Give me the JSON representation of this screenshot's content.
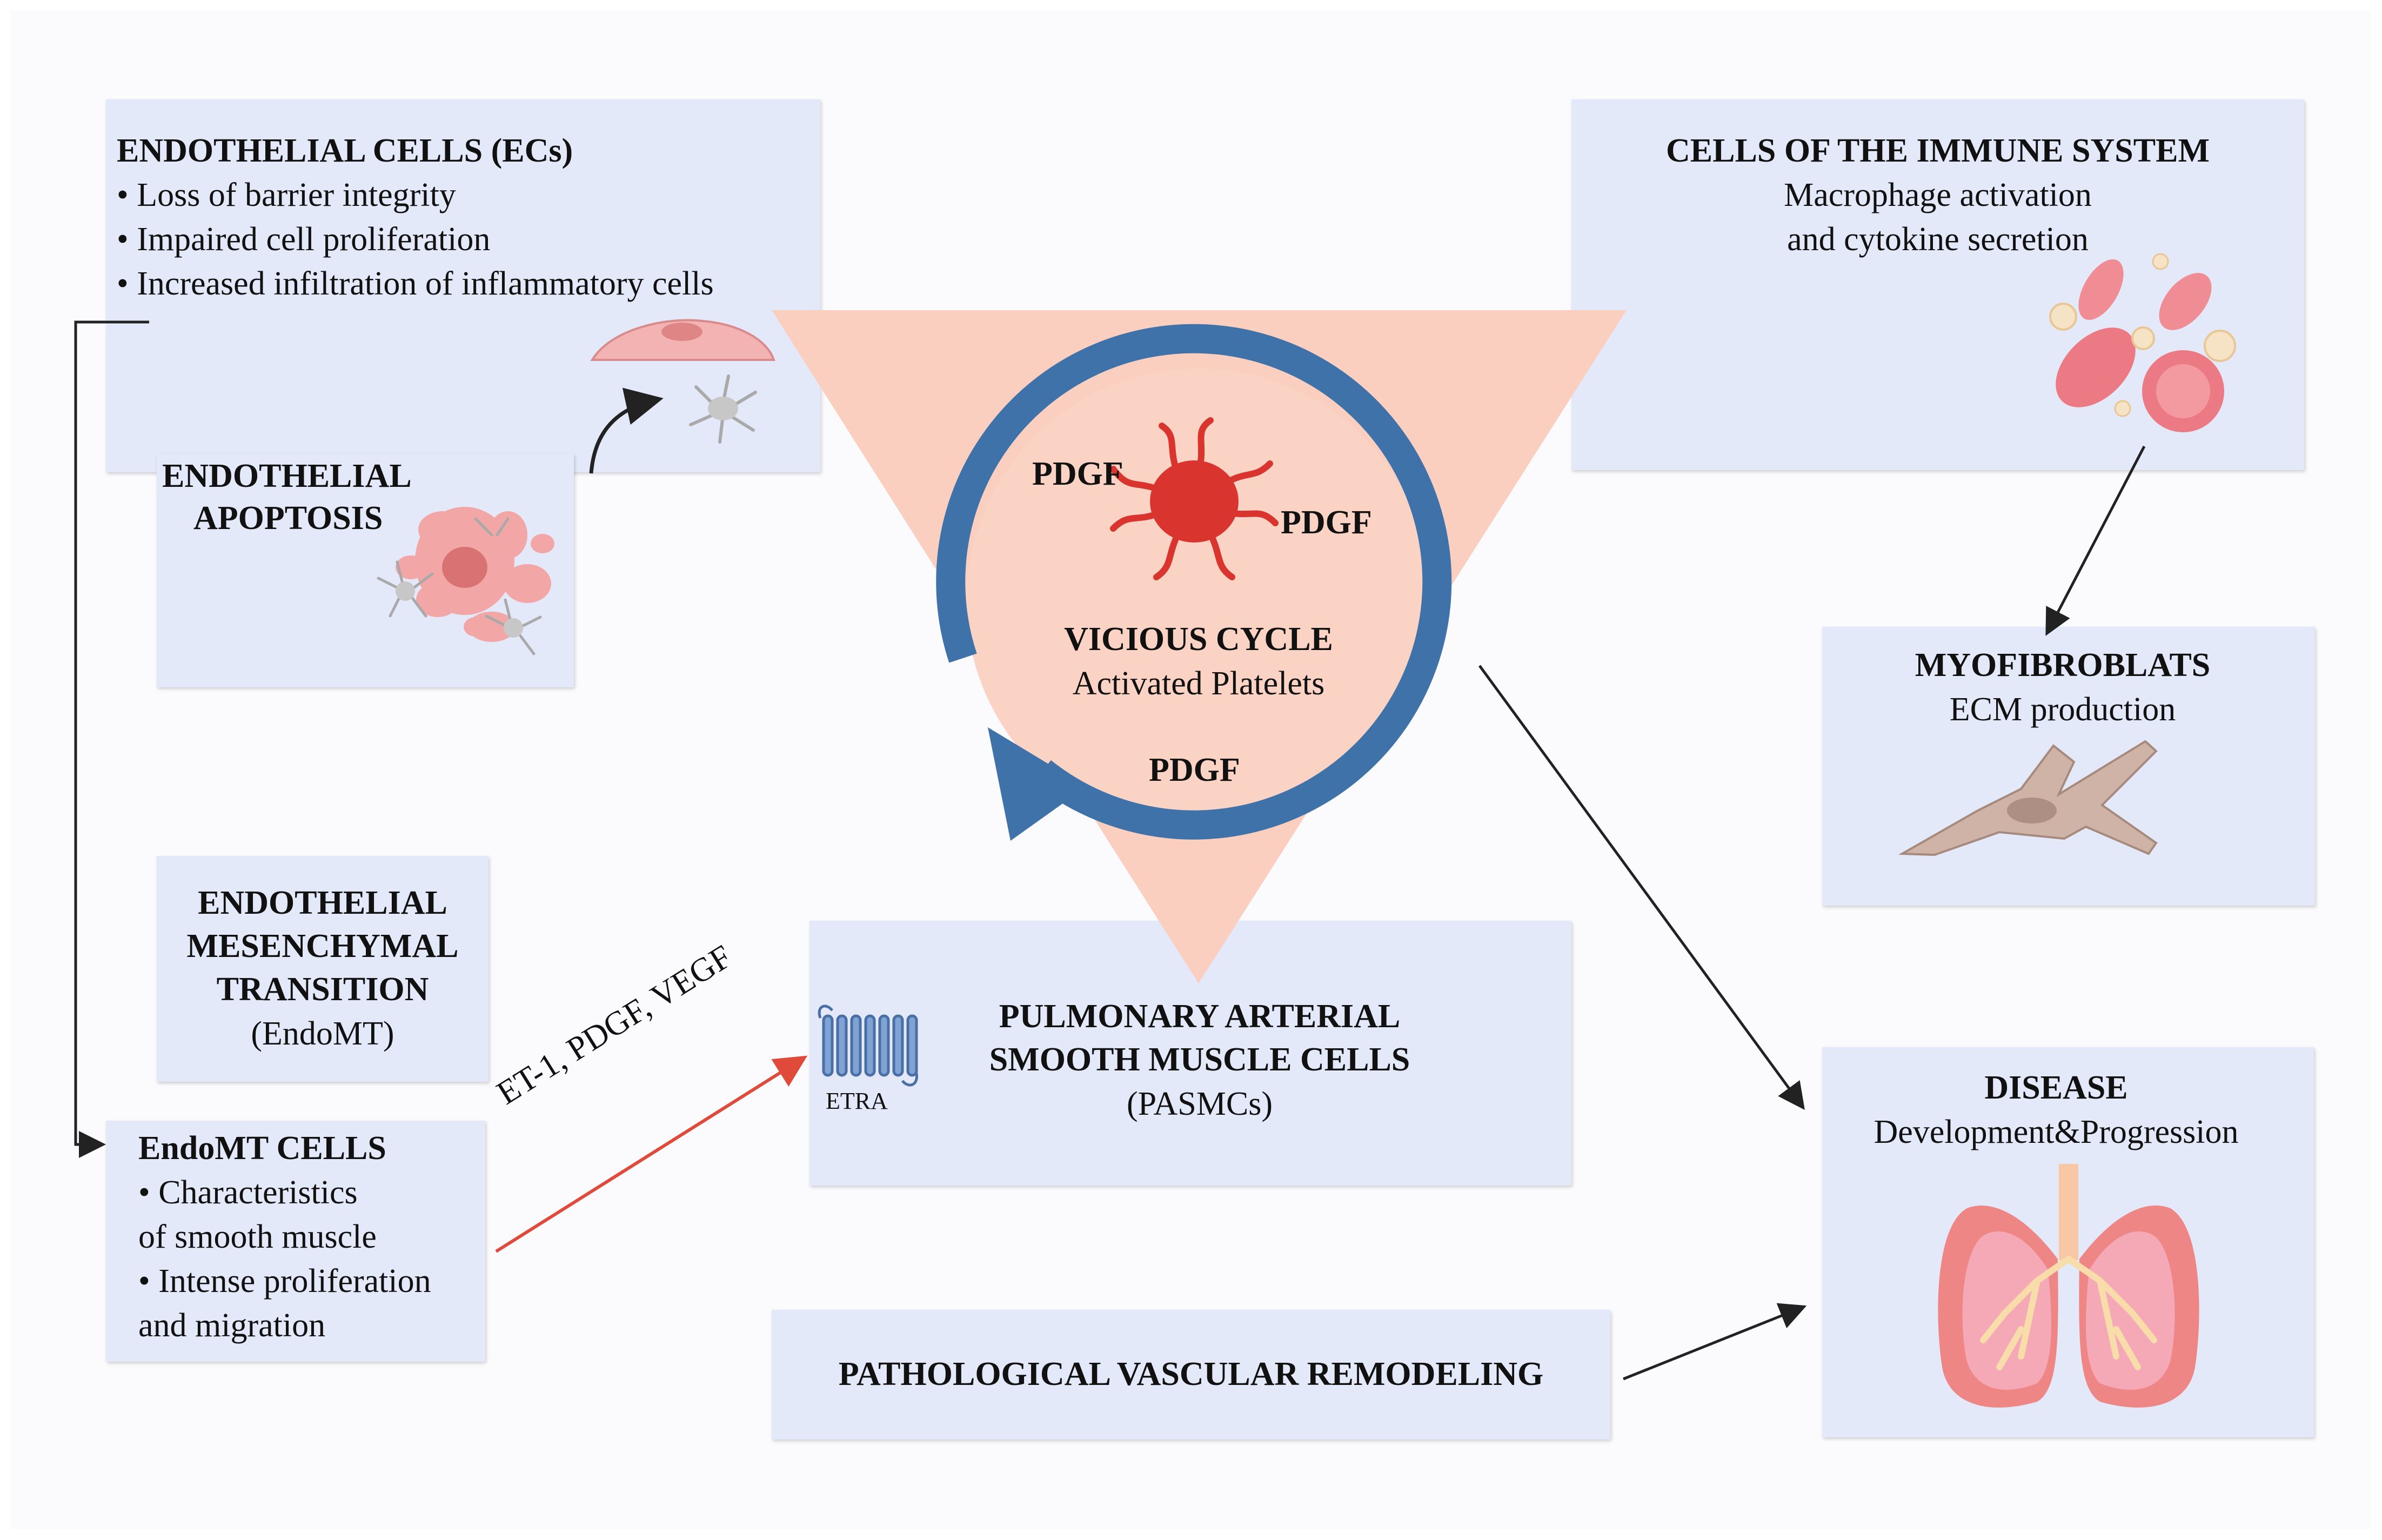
{
  "endothelial_cells": {
    "title": "ENDOTHELIAL CELLS (ECs)",
    "items": [
      "• Loss of barrier integrity",
      "• Impaired cell proliferation",
      "• Increased infiltration of inflammatory cells"
    ]
  },
  "endothelial_apoptosis": {
    "title_line1": "ENDOTHELIAL",
    "title_line2": "APOPTOSIS"
  },
  "immune_cells": {
    "title": "CELLS OF THE IMMUNE SYSTEM",
    "line1": "Macrophage activation",
    "line2": "and cytokine secretion"
  },
  "vicious_cycle": {
    "title": "VICIOUS CYCLE",
    "subtitle": "Activated Platelets",
    "pdgf_left": "PDGF",
    "pdgf_right": "PDGF",
    "pdgf_bottom": "PDGF"
  },
  "myofibroblasts": {
    "title": "MYOFIBROBLATS",
    "subtitle": "ECM production"
  },
  "endomt": {
    "line1": "ENDOTHELIAL",
    "line2": "MESENCHYMAL",
    "line3": "TRANSITION",
    "line4": "(EndoMT)"
  },
  "pasmc": {
    "line1": "PULMONARY ARTERIAL",
    "line2": "SMOOTH MUSCLE CELLS",
    "line3": "(PASMCs)",
    "receptor_label": "ETRA"
  },
  "endomt_cells": {
    "title": "EndoMT CELLS",
    "items": [
      "• Characteristics",
      "of smooth muscle",
      "• Intense proliferation",
      "and migration"
    ]
  },
  "arrow_label": "ET-1, PDGF, VEGF",
  "remodeling": {
    "title": "PATHOLOGICAL VASCULAR REMODELING"
  },
  "disease": {
    "title": "DISEASE",
    "subtitle": "Development&Progression"
  },
  "colors": {
    "box_fill": "#e3e9f8",
    "triangle": "#fbcfc0",
    "cycle_arrow": "#3f72a8",
    "platelet": "#d9352e",
    "red_arrow": "#e04a3a",
    "myofibroblast": "#cfb3a6"
  }
}
